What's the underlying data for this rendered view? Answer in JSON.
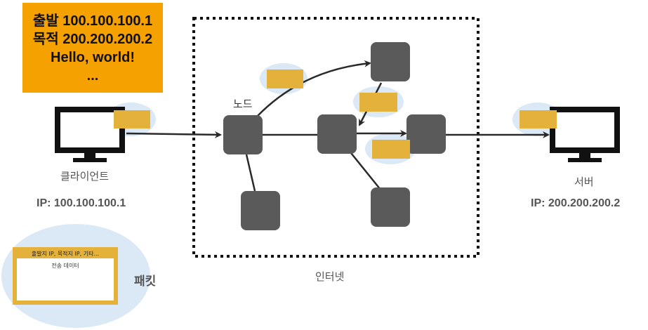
{
  "info_box": {
    "line1": "출발 100.100.100.1",
    "line2": "목적 200.200.200.2",
    "line3": "Hello, world!",
    "line4": "..."
  },
  "client": {
    "label": "클라이언트",
    "ip": "IP: 100.100.100.1"
  },
  "server": {
    "label": "서버",
    "ip": "IP: 200.200.200.2"
  },
  "internet": {
    "label": "인터넷",
    "node_label": "노드"
  },
  "packet": {
    "header": "출발지 IP, 목적지 IP, 기타...",
    "body": "전송 데이터",
    "label": "패킷"
  },
  "colors": {
    "info_box_bg": "#f5a100",
    "packet_fill": "#e4b23a",
    "highlight": "#dbe8f6",
    "node": "#5a5a5a"
  }
}
